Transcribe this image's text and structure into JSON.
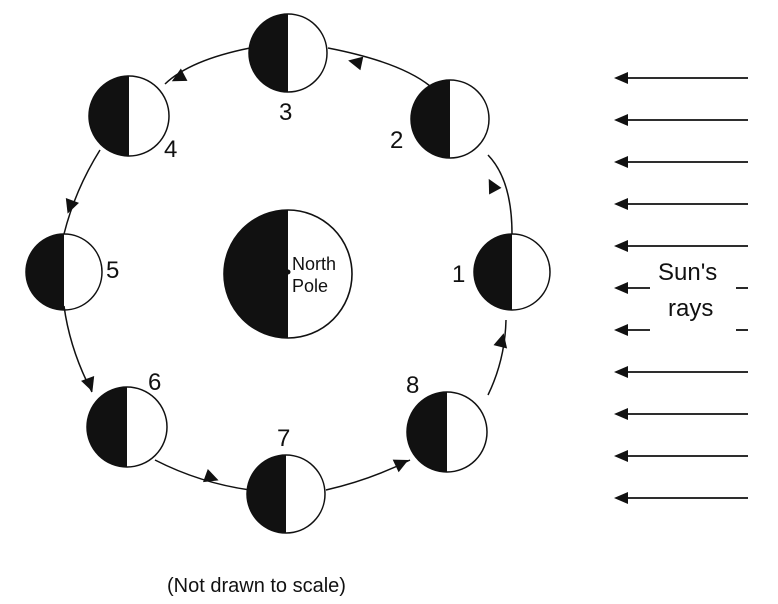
{
  "earth": {
    "label_line1": "North",
    "label_line2": "Pole"
  },
  "moon_positions": [
    "1",
    "2",
    "3",
    "4",
    "5",
    "6",
    "7",
    "8"
  ],
  "sun": {
    "label_line1": "Sun's",
    "label_line2": "rays",
    "ray_count": 11
  },
  "caption": "(Not drawn to scale)",
  "colors": {
    "ink": "#111111",
    "background": "#ffffff"
  }
}
